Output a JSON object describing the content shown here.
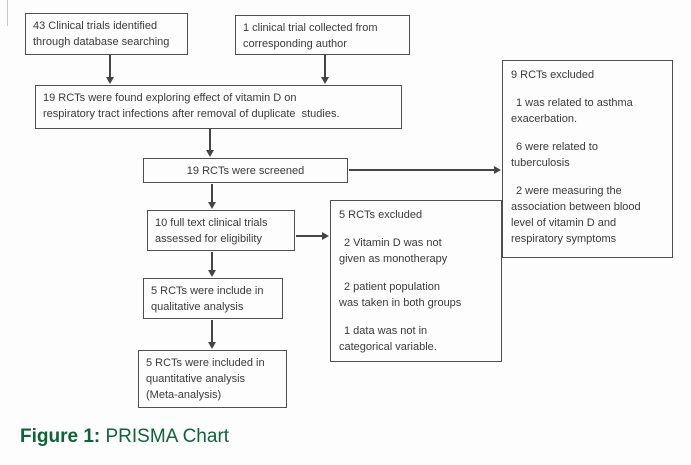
{
  "flow": {
    "identified": "43 Clinical trials identified\nthrough database searching",
    "collected": "1 clinical trial collected from\ncorresponding author",
    "found": "19 RCTs were found exploring effect of vitamin D on\nrespiratory tract infections after removal of duplicate  studies.",
    "screened": "19 RCTs were screened",
    "fulltext": "10 full text clinical trials\nassessed for eligibility",
    "qualitative": "5 RCTs were include in\nqualitative analysis",
    "quantitative": "5 RCTs were included in\nquantitative analysis\n(Meta-analysis)",
    "excluded_screening": {
      "title": "9 RCTs excluded",
      "items": [
        "1 was related to asthma\nexacerbation.",
        "6 were related to\ntuberculosis",
        "2 were measuring the\nassociation between blood\nlevel of vitamin D and\nrespiratory symptoms"
      ]
    },
    "excluded_eligibility": {
      "title": "5 RCTs excluded",
      "items": [
        "2 Vitamin D was not\ngiven as monotherapy",
        "2 patient population\nwas taken in both groups",
        "1 data was not in\ncategorical variable."
      ]
    }
  },
  "caption": {
    "label": "Figure 1:",
    "text": " PRISMA Chart"
  },
  "colors": {
    "caption_green": "#116239",
    "line": "#454545"
  }
}
